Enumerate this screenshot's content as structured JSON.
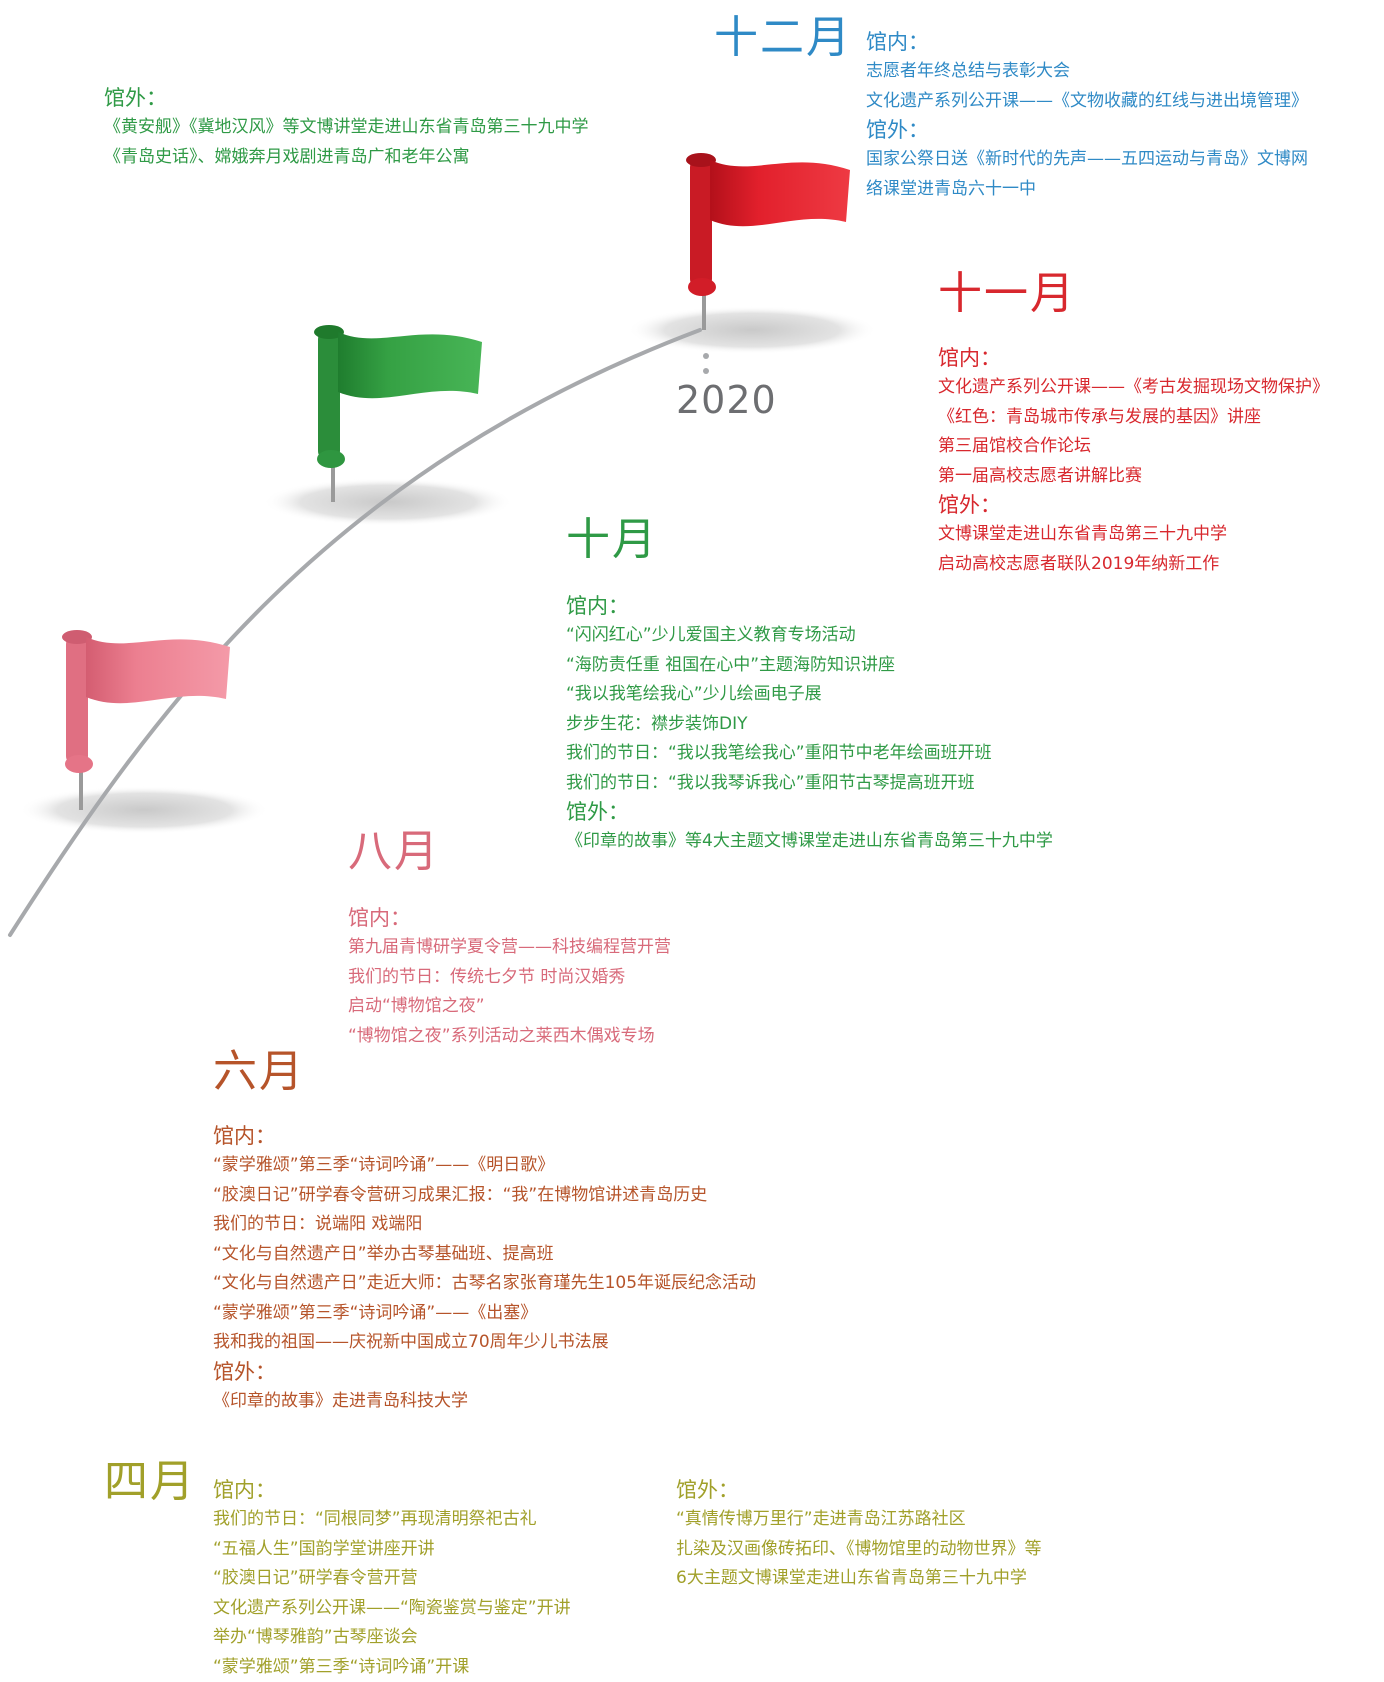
{
  "colors": {
    "dec": "#2f8ac6",
    "nov": "#d8282e",
    "oct": "#2f9a46",
    "aug": "#d86a7a",
    "jun": "#b6542a",
    "apr": "#a1a02a",
    "flag_red": "#e2202c",
    "flag_green": "#35a144",
    "flag_pink": "#ec7f90",
    "curve": "#a7a9ac"
  },
  "year": "2020",
  "months": {
    "dec": {
      "title": "十二月",
      "inside_label": "馆内：",
      "inside": [
        "志愿者年终总结与表彰大会",
        "文化遗产系列公开课——《文物收藏的红线与进出境管理》"
      ],
      "outside_label": "馆外：",
      "outside": [
        "国家公祭日送《新时代的先声——五四运动与青岛》文博网",
        "络课堂进青岛六十一中"
      ]
    },
    "dec_outside_left": {
      "label": "馆外：",
      "items": [
        "《黄安舰》《冀地汉风》等文博讲堂走进山东省青岛第三十九中学",
        "《青岛史话》、嫦娥奔月戏剧进青岛广和老年公寓"
      ]
    },
    "nov": {
      "title": "十一月",
      "inside_label": "馆内：",
      "inside": [
        "文化遗产系列公开课——《考古发掘现场文物保护》",
        "《红色：青岛城市传承与发展的基因》讲座",
        "第三届馆校合作论坛",
        "第一届高校志愿者讲解比赛"
      ],
      "outside_label": "馆外：",
      "outside": [
        "文博课堂走进山东省青岛第三十九中学",
        "启动高校志愿者联队2019年纳新工作"
      ]
    },
    "oct": {
      "title": "十月",
      "inside_label": "馆内：",
      "inside": [
        "“闪闪红心”少儿爱国主义教育专场活动",
        "“海防责任重  祖国在心中”主题海防知识讲座",
        "“我以我笔绘我心”少儿绘画电子展",
        "步步生花：襟步装饰DIY",
        "我们的节日：“我以我笔绘我心”重阳节中老年绘画班开班",
        "我们的节日：“我以我琴诉我心”重阳节古琴提高班开班"
      ],
      "outside_label": "馆外：",
      "outside": [
        "《印章的故事》等4大主题文博课堂走进山东省青岛第三十九中学"
      ]
    },
    "aug": {
      "title": "八月",
      "inside_label": "馆内：",
      "inside": [
        "第九届青博研学夏令营——科技编程营开营",
        "我们的节日：传统七夕节 时尚汉婚秀",
        "启动“博物馆之夜”",
        "“博物馆之夜”系列活动之莱西木偶戏专场"
      ]
    },
    "jun": {
      "title": "六月",
      "inside_label": "馆内：",
      "inside": [
        "“蒙学雅颂”第三季“诗词吟诵”——《明日歌》",
        "“胶澳日记”研学春令营研习成果汇报：“我”在博物馆讲述青岛历史",
        "我们的节日：说端阳 戏端阳",
        "“文化与自然遗产日”举办古琴基础班、提高班",
        "“文化与自然遗产日”走近大师：古琴名家张育瑾先生105年诞辰纪念活动",
        "“蒙学雅颂”第三季“诗词吟诵”——《出塞》",
        "我和我的祖国——庆祝新中国成立70周年少儿书法展"
      ],
      "outside_label": "馆外：",
      "outside": [
        "《印章的故事》走进青岛科技大学"
      ]
    },
    "apr": {
      "title": "四月",
      "inside_label": "馆内：",
      "inside": [
        "我们的节日：“同根同梦”再现清明祭祀古礼",
        "“五福人生”国韵学堂讲座开讲",
        "“胶澳日记”研学春令营开营",
        "文化遗产系列公开课——“陶瓷鉴赏与鉴定”开讲",
        "举办“博琴雅韵”古琴座谈会",
        "“蒙学雅颂”第三季“诗词吟诵”开课"
      ],
      "outside_label": "馆外：",
      "outside": [
        "“真情传博万里行”走进青岛江苏路社区",
        "扎染及汉画像砖拓印、《博物馆里的动物世界》等",
        "6大主题文博课堂走进山东省青岛第三十九中学"
      ]
    }
  }
}
